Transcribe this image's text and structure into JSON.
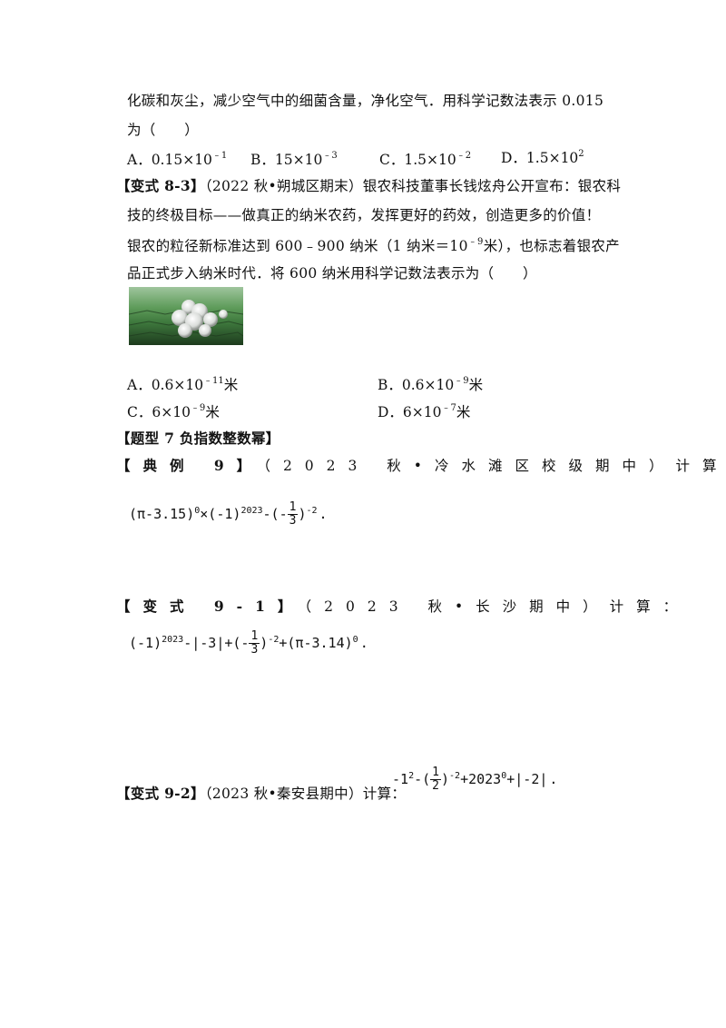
{
  "lines": {
    "l1": "化碳和灰尘，减少空气中的细菌含量，净化空气．用科学记数法表示 0.015",
    "l2": "为（　　）",
    "q83_a": "【变式 8-3】",
    "q83_b": "（2022 秋•朔城区期末）银农科技董事长钱炫舟公开宣布：银农科",
    "l4": "技的终极目标——做真正的纳米农药，发挥更好的药效，创造更多的价值！",
    "l5a": "银农的粒径新标准达到 600﹣900 纳米（1 纳米＝10",
    "l5sup": "﹣9",
    "l5b": "米），也标志着银农产",
    "l6": "品正式步入纳米时代．将 600 纳米用科学记数法表示为（　　）",
    "topic7": "【题型 7 负指数整数幂】",
    "ex9_a": "【典例 9】",
    "ex9_b": "（2023 秋•冷水滩区校级期中）计算：",
    "q91_a": "【变式 9-1】",
    "q91_b": "（2023 秋•长沙期中）计算：",
    "q92_a": "【变式 9-2】",
    "q92_b": "（2023 秋•秦安县期中）计算："
  },
  "options_q82": [
    {
      "base": "A．0.15×10",
      "exp": "﹣1"
    },
    {
      "base": "B．15×10",
      "exp": "﹣3"
    },
    {
      "base": "C．1.5×10",
      "exp": "﹣2"
    },
    {
      "base": "D．1.5×10",
      "exp": "2"
    }
  ],
  "options_q83": [
    {
      "base": "A．0.6×10",
      "exp": "﹣11",
      "unit": "米"
    },
    {
      "base": "B．0.6×10",
      "exp": "﹣9",
      "unit": "米"
    },
    {
      "base": "C．6×10",
      "exp": "﹣9",
      "unit": "米"
    },
    {
      "base": "D．6×10",
      "exp": "﹣7",
      "unit": "米"
    }
  ],
  "formula_ex9": {
    "p1": "(π-3.15)",
    "e1": "0",
    "p2": "×(-1)",
    "e2": "2023",
    "p3": "-(-",
    "num": "1",
    "den": "3",
    "p4": ")",
    "e4": "-2",
    "end": "."
  },
  "formula_91": {
    "p1": "(-1)",
    "e1": "2023",
    "p2": "-|-3|+(-",
    "num": "1",
    "den": "3",
    "p3": ")",
    "e3": "-2",
    "p4": "+(π-3.14)",
    "e4": "0",
    "end": "."
  },
  "formula_92": {
    "p1": "-1",
    "e1": "2",
    "p2": "-(",
    "num": "1",
    "den": "2",
    "p3": ")",
    "e3": "-2",
    "p4": "+2023",
    "e4": "0",
    "p5": "+|-2|",
    "end": "."
  }
}
